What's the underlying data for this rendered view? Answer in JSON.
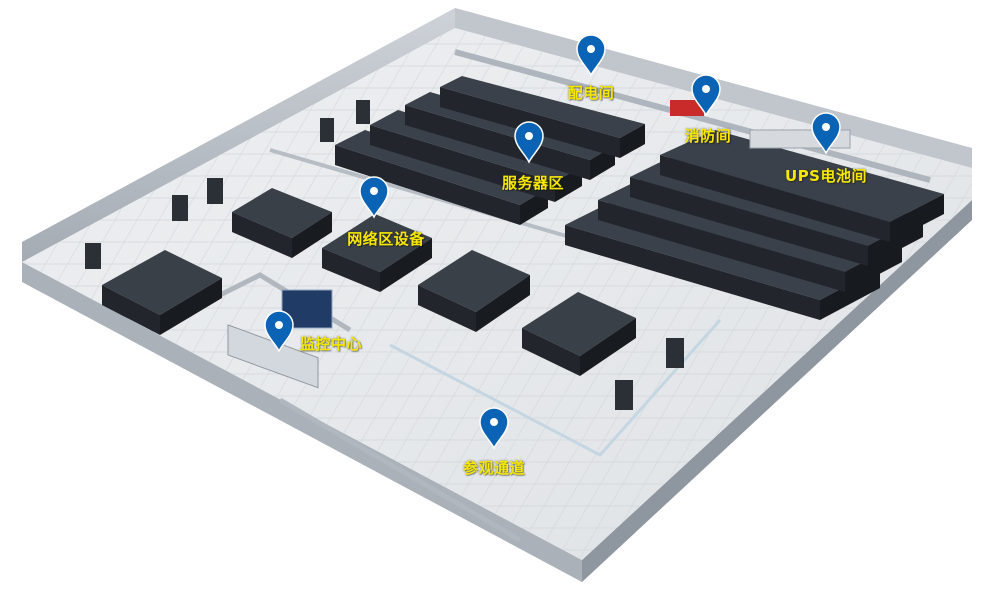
{
  "colors": {
    "pin": "#0b63b6",
    "label": "#f6e800",
    "rack": "#2b2f36",
    "floor": "#e8eaec"
  },
  "markers": [
    {
      "id": "power-room",
      "label": "配电间",
      "icon": "map-pin-icon"
    },
    {
      "id": "fire-room",
      "label": "消防间",
      "icon": "map-pin-icon"
    },
    {
      "id": "ups-room",
      "label": "UPS电池间",
      "icon": "map-pin-icon"
    },
    {
      "id": "server-zone",
      "label": "服务器区",
      "icon": "map-pin-icon"
    },
    {
      "id": "network-zone",
      "label": "网络区设备",
      "icon": "map-pin-icon"
    },
    {
      "id": "monitor-center",
      "label": "监控中心",
      "icon": "map-pin-icon"
    },
    {
      "id": "visit-corridor",
      "label": "参观通道",
      "icon": "map-pin-icon"
    }
  ]
}
